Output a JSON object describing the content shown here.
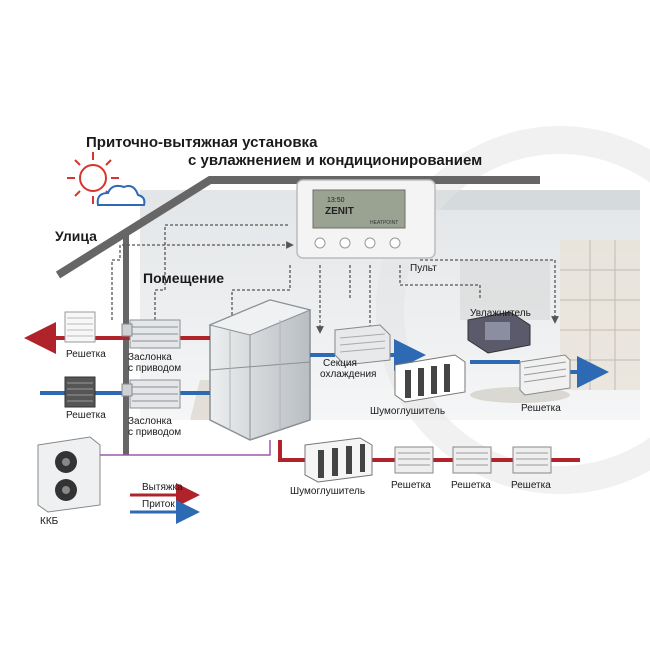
{
  "title_line1": "Приточно-вытяжная установка",
  "title_line2": "с увлажнением и кондиционированием",
  "labels": {
    "street": "Улица",
    "room": "Помещение",
    "remote": "Пульт",
    "humidifier": "Увлажнитель",
    "grille_exhaust_out": "Решетка",
    "grille_supply_in": "Решетка",
    "damper_top_l1": "Заслонка",
    "damper_top_l2": "с приводом",
    "damper_bottom_l1": "Заслонка",
    "damper_bottom_l2": "с приводом",
    "cooling_l1": "Секция",
    "cooling_l2": "охлаждения",
    "silencer_supply": "Шумоглушитель",
    "grille_supply_out": "Решетка",
    "silencer_exhaust": "Шумоглушитель",
    "grille_exhaust_1": "Решетка",
    "grille_exhaust_2": "Решетка",
    "grille_exhaust_3": "Решетка",
    "kkb": "ККБ"
  },
  "panel": {
    "time": "13:50",
    "brand": "ZENIT",
    "sub": "HEATPOINT"
  },
  "legend": {
    "exhaust": "Вытяжка",
    "supply": "Приток"
  },
  "colors": {
    "exhaust": "#b0232a",
    "supply": "#2e6ab3",
    "control": "#555555",
    "kkb_line": "#9a5aa8"
  }
}
